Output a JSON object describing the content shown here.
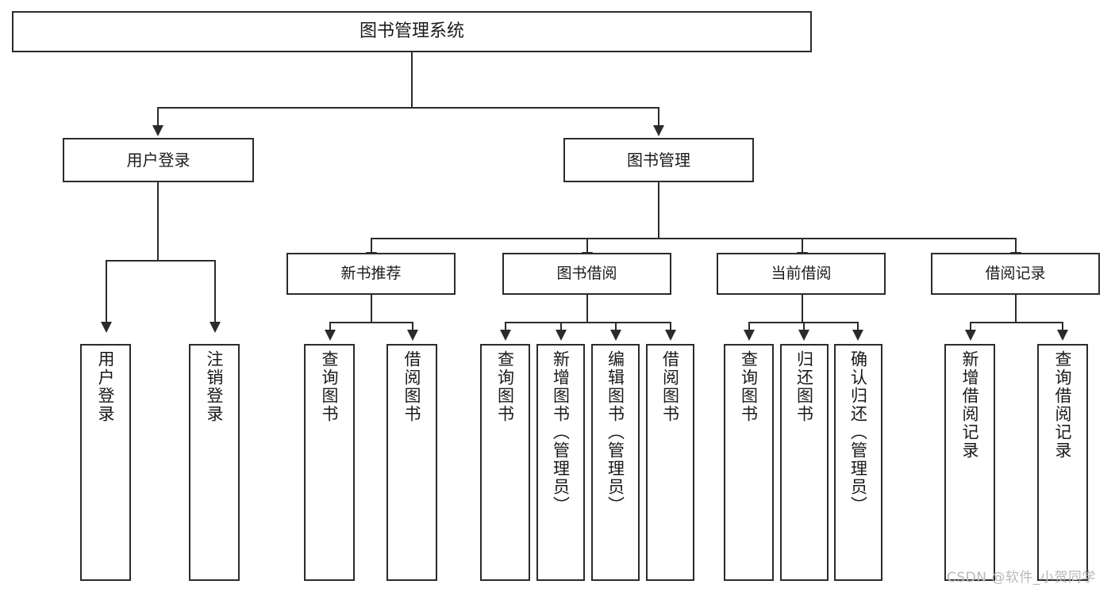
{
  "diagram": {
    "title": "图书管理系统",
    "type": "tree",
    "root": {
      "label": "图书管理系统"
    },
    "level1": [
      {
        "label": "用户登录"
      },
      {
        "label": "图书管理"
      }
    ],
    "level2": [
      {
        "label": "新书推荐"
      },
      {
        "label": "图书借阅"
      },
      {
        "label": "当前借阅"
      },
      {
        "label": "借阅记录"
      }
    ],
    "leaves": {
      "user_login": [
        {
          "label": "用户登录"
        },
        {
          "label": "注销登录"
        }
      ],
      "new_book_recommend": [
        {
          "label": "查询图书"
        },
        {
          "label": "借阅图书"
        }
      ],
      "book_borrow": [
        {
          "label": "查询图书"
        },
        {
          "label": "新增图书（管理员）"
        },
        {
          "label": "编辑图书（管理员）"
        },
        {
          "label": "借阅图书"
        }
      ],
      "current_borrow": [
        {
          "label": "查询图书"
        },
        {
          "label": "归还图书"
        },
        {
          "label": "确认归还（管理员）"
        }
      ],
      "borrow_record": [
        {
          "label": "新增借阅记录"
        },
        {
          "label": "查询借阅记录"
        }
      ]
    }
  },
  "watermark": {
    "text": "CSDN @软件_小贺同学"
  },
  "colors": {
    "stroke": "#2b2b2b",
    "background": "#ffffff",
    "text": "#1a1a1a",
    "watermark": "#b8b8b8"
  }
}
